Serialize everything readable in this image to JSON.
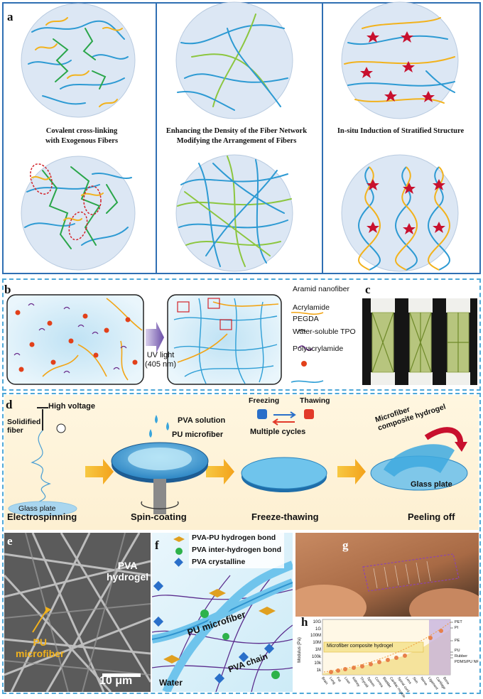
{
  "panel_a": {
    "label": "a",
    "col1_caption_line1": "Covalent cross-linking",
    "col1_caption_line2": "with Exogenous Fibers",
    "col2_caption_line1": "Enhancing the Density of the Fiber Network",
    "col2_caption_line2": "Modifying the Arrangement of Fibers",
    "col3_caption": "In-situ Induction of Stratified Structure"
  },
  "panel_b": {
    "label": "b",
    "arrow_text_line1": "UV light",
    "arrow_text_line2": "(405 nm)",
    "legend": [
      {
        "name": "Aramid nanofiber",
        "color": "#f2a516"
      },
      {
        "name": "Acrylamide",
        "color": "#2a2a2a"
      },
      {
        "name": "PEGDA",
        "color": "#6a2c8c"
      },
      {
        "name": "Water-soluble TPO",
        "color": "#e2401a"
      },
      {
        "name": "Polyacrylamide",
        "color": "#2f9fd6"
      }
    ]
  },
  "panel_c": {
    "label": "c"
  },
  "panel_d": {
    "label": "d",
    "high_voltage": "High voltage",
    "solidified_fiber_line1": "Solidified",
    "solidified_fiber_line2": "fiber",
    "glass_plate": "Glass plate",
    "pva_solution": "PVA solution",
    "pu_microfiber": "PU microfiber",
    "freezing": "Freezing",
    "thawing": "Thawing",
    "multiple_cycles": "Multiple cycles",
    "composite_line1": "Microfiber",
    "composite_line2": "composite hydrogel",
    "glass_plate_2": "Glass plate",
    "steps": [
      "Electrospinning",
      "Spin-coating",
      "Freeze-thawing",
      "Peeling off"
    ]
  },
  "panel_e": {
    "label": "e",
    "pva_hydrogel_line1": "PVA",
    "pva_hydrogel_line2": "hydrogel",
    "pu_line1": "PU",
    "pu_line2": "microfiber",
    "scale": "10 μm"
  },
  "panel_f": {
    "label": "f",
    "legend": [
      {
        "name": "PVA-PU hydrogen bond",
        "color": "#e0a020"
      },
      {
        "name": "PVA inter-hydrogen bond",
        "color": "#2db24a"
      },
      {
        "name": "PVA crystalline",
        "color": "#2a6fc9"
      }
    ],
    "pu_microfiber": "PU microfiber",
    "pva_chain": "PVA chain",
    "water": "Water"
  },
  "panel_g": {
    "label": "g"
  },
  "panel_h": {
    "label": "h",
    "ylabel": "Modulus (Pa)",
    "yticks": [
      "10G",
      "1G",
      "100M",
      "10M",
      "1M",
      "100k",
      "10k",
      "1k"
    ],
    "band_label": "Microfiber composite hydrogel",
    "tissues": [
      "Brain",
      "Lung",
      "Fat",
      "Liver",
      "Kidney",
      "Thyroid",
      "Spleen",
      "Cornea",
      "Bladder",
      "Cardiac muscle",
      "Spinal cord",
      "Lens",
      "Skin",
      "Nerve",
      "Ligament",
      "Cartilage",
      "Bone"
    ],
    "materials": [
      "PET",
      "PI",
      "PE",
      "PU",
      "Rubber",
      "PDMS/PU NF"
    ]
  },
  "colors": {
    "frame_a": "#2f6fb3",
    "dashed_frame": "#4fa8d8",
    "yellow_fiber": "#f2b21c",
    "blue_fiber": "#2d9ad3",
    "green_fiber": "#2aa64a",
    "lightgreen_fiber": "#8cc63f",
    "red_star": "#c8102e"
  }
}
